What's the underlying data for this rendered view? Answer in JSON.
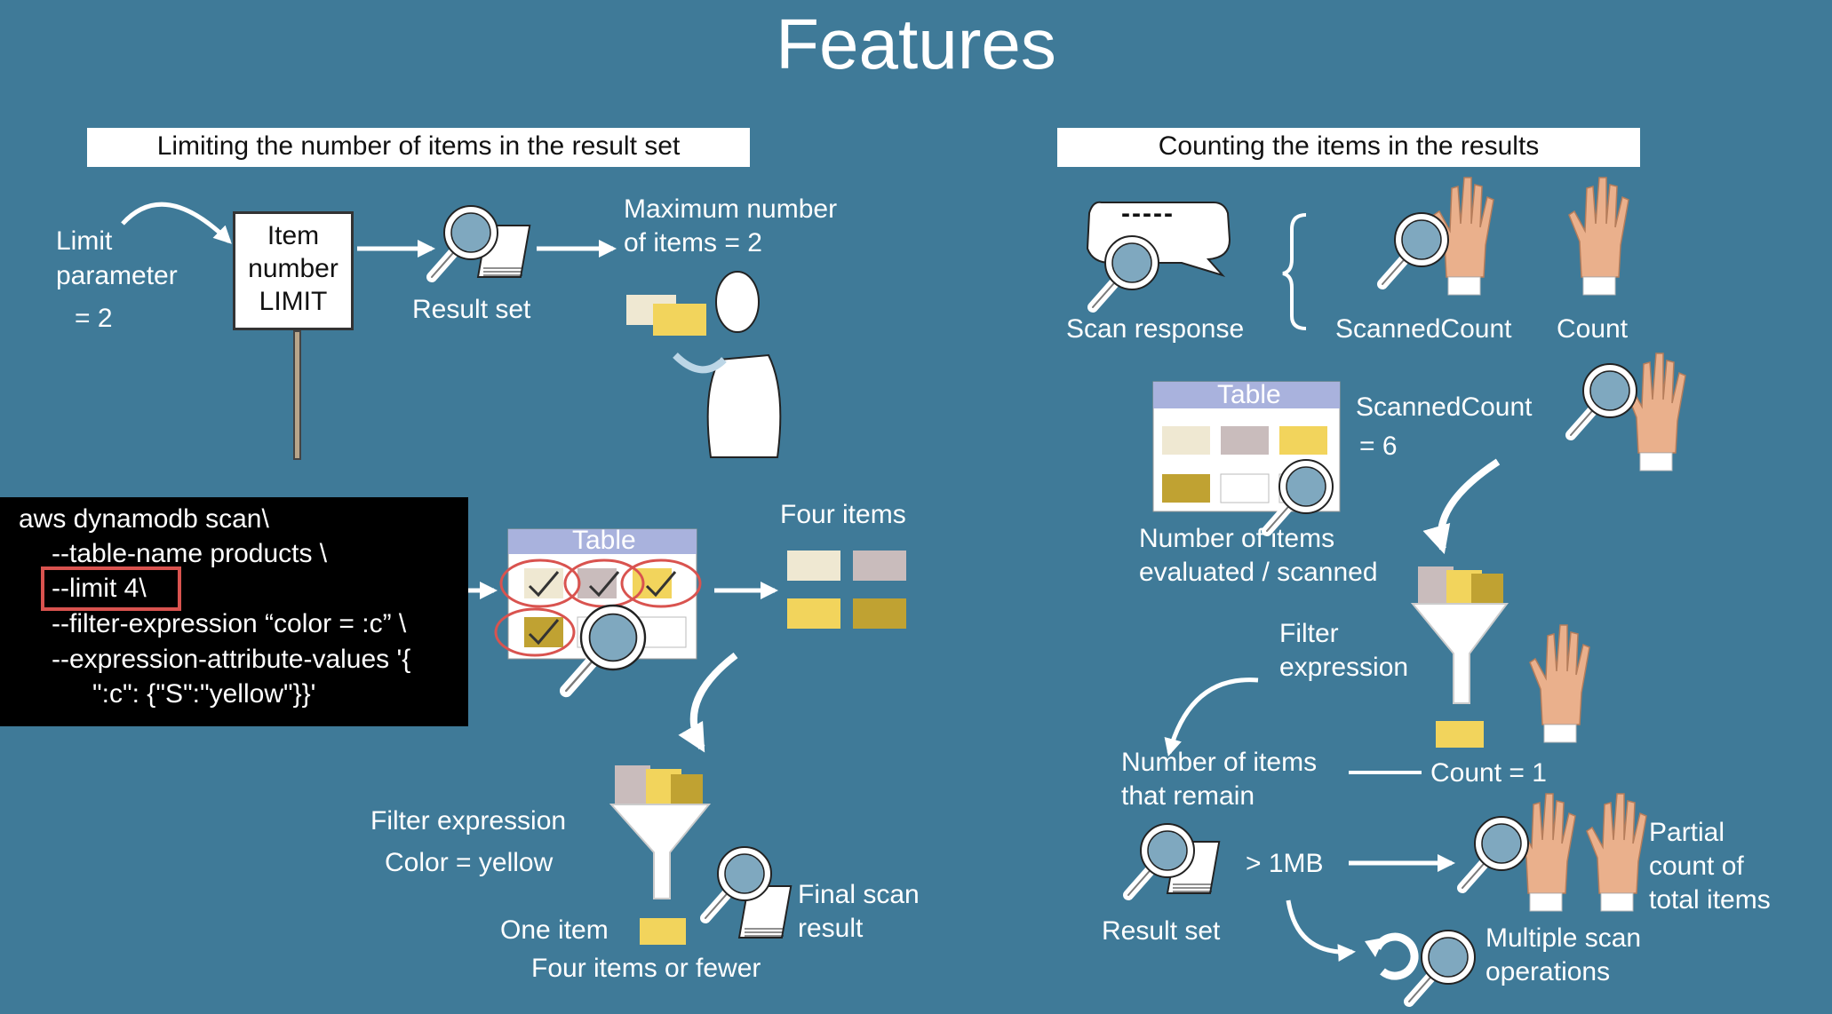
{
  "title": "Features",
  "left": {
    "header": "Limiting the number of items in the result set",
    "limit_param": [
      "Limit",
      "parameter",
      "= 2"
    ],
    "sign": [
      "Item",
      "number",
      "LIMIT"
    ],
    "result_set": "Result set",
    "max_items": [
      "Maximum number",
      "of items  = 2"
    ],
    "code": [
      "aws dynamodb scan\\",
      "--table-name products \\",
      "--limit 4\\",
      "--filter-expression “color = :c” \\",
      "--expression-attribute-values '{",
      "\":c\": {\"S\":\"yellow\"}}'"
    ],
    "table_label": "Table",
    "four_items": "Four items",
    "filter_expression": "Filter expression",
    "color_yellow": "Color = yellow",
    "one_item": "One item",
    "four_or_fewer": "Four items or fewer",
    "final_scan": [
      "Final scan",
      "result"
    ]
  },
  "right": {
    "header": "Counting the items in the results",
    "scan_response": "Scan response",
    "speech_dashes": "-----",
    "scanned_count": "ScannedCount",
    "count": "Count",
    "table_label": "Table",
    "scanned_count_eq": [
      "ScannedCount",
      "= 6"
    ],
    "evaluated": [
      "Number of items",
      "evaluated / scanned"
    ],
    "filter_expression": [
      "Filter",
      "expression"
    ],
    "remain": [
      "Number of items",
      "that remain"
    ],
    "count_eq": "Count = 1",
    "result_set": "Result set",
    "gt_1mb": "> 1MB",
    "partial": [
      "Partial",
      "count of",
      "total items"
    ],
    "multiple": [
      "Multiple scan",
      "operations"
    ]
  },
  "colors": {
    "background": "#3f7a98",
    "yellow": "#f2d45c",
    "olive": "#c0a232",
    "cream": "#efe8d2",
    "grey": "#c9bcbc",
    "table_header": "#a9b2dd",
    "hand": "#eab08c",
    "highlight_red": "#d9534f"
  },
  "icons": [
    "magnifier-icon",
    "hand-icon",
    "funnel-icon",
    "refresh-icon",
    "paper-stack-icon",
    "speech-bubble-icon",
    "person-icon"
  ]
}
